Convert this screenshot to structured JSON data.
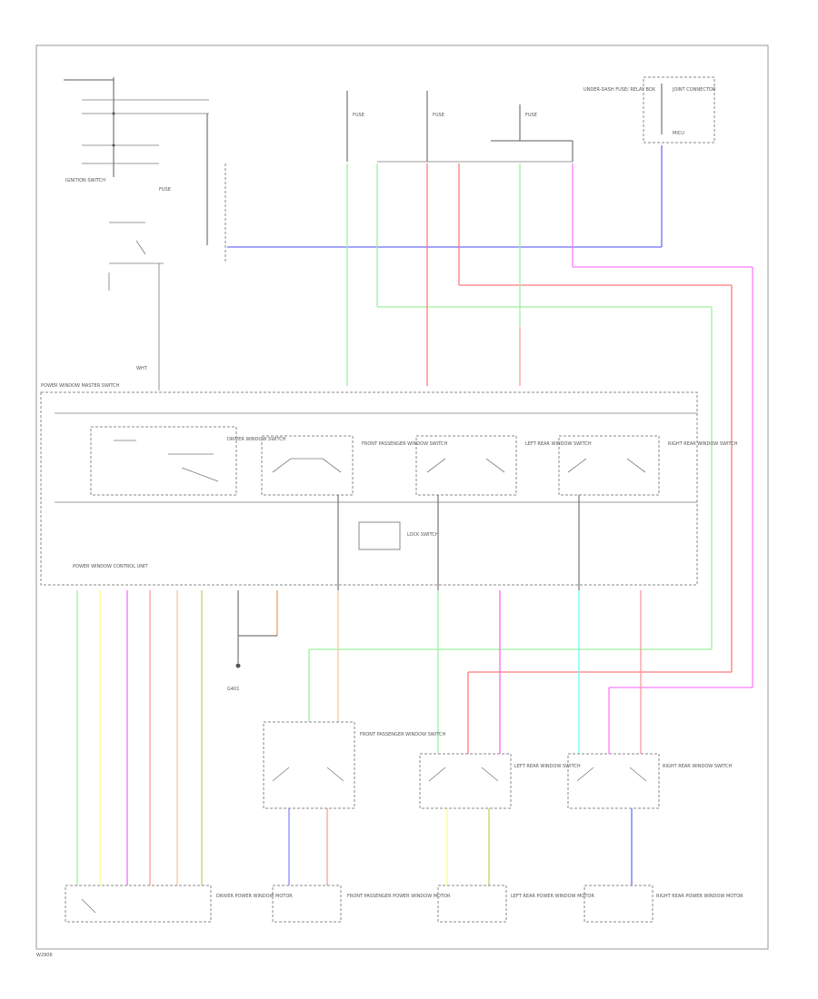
{
  "diagram": {
    "corner_code": "W2906",
    "labels": {
      "ignition_switch": "IGNITION SWITCH",
      "fuse_1": "FUSE",
      "fuse_2": "FUSE",
      "fuse_3": "FUSE",
      "fuse_4": "FUSE",
      "jb_note": "UNDER-DASH FUSE/ RELAY BOX",
      "connector": "JOINT CONNECTOR",
      "ground_box": "MICU",
      "master_switch": "POWER WINDOW MASTER SWITCH",
      "control_unit": "POWER WINDOW CONTROL UNIT",
      "lock_switch": "LOCK SWITCH",
      "driver_switch": "DRIVER WINDOW SWITCH",
      "front_pass_switch": "FRONT PASSENGER WINDOW SWITCH",
      "left_rear_switch": "LEFT REAR WINDOW SWITCH",
      "right_rear_switch": "RIGHT REAR WINDOW SWITCH",
      "ground": "G401",
      "driver_motor": "DRIVER POWER WINDOW MOTOR",
      "front_pass_motor": "FRONT PASSENGER POWER WINDOW MOTOR",
      "left_rear_motor": "LEFT REAR POWER WINDOW MOTOR",
      "right_rear_motor": "RIGHT REAR POWER WINDOW MOTOR"
    },
    "wire_colors": {
      "blue": "#6e6eff",
      "green": "#9df29d",
      "red": "#ff7b7b",
      "pink": "#ff7bff",
      "light_green": "#9df29d",
      "yellow": "#ffff7b",
      "magenta": "#ff66ff",
      "orange": "#f5a050",
      "tan": "#f5c8a0",
      "olive": "#cccc66",
      "cyan": "#66ffff",
      "purple_blue": "#8a8aff",
      "salmon": "#ff9a9a"
    }
  }
}
